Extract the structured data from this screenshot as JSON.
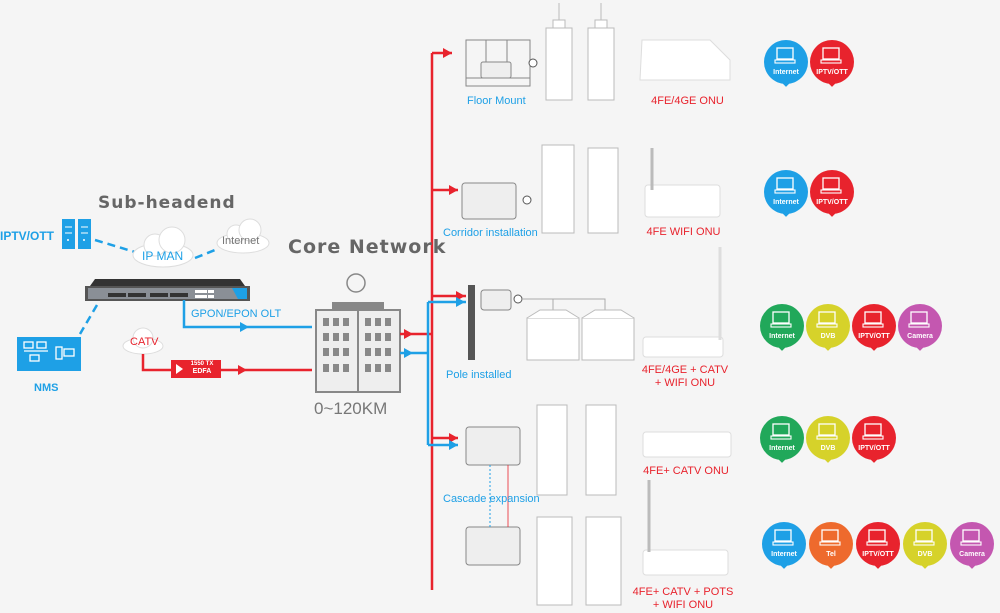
{
  "titles": {
    "sub_headend": "Sub-headend",
    "core_network": "Core Network",
    "distance": "0~120KM"
  },
  "headend": {
    "iptv_ott": "IPTV/OTT",
    "ip_man": "IP MAN",
    "internet": "Internet",
    "nms": "NMS",
    "catv": "CATV",
    "olt_label": "GPON/EPON OLT",
    "edfa_line1": "1550 TX",
    "edfa_line2": "EDFA"
  },
  "colors": {
    "blue": "#1ea0e6",
    "red": "#e8232d",
    "green": "#21a85a",
    "yellow": "#d6d22a",
    "magenta": "#c457b0",
    "orange": "#ee6a2d",
    "gray": "#777777"
  },
  "scenarios": [
    {
      "install": "Floor Mount",
      "onu": [
        "4FE/4GE ONU"
      ],
      "services": [
        {
          "label": "Internet",
          "icon": "wifi-laptop-icon",
          "color": "blue",
          "sub": "Wi-Fi"
        },
        {
          "label": "IPTV/OTT",
          "icon": "tv-settop-icon",
          "color": "red"
        }
      ]
    },
    {
      "install": "Corridor installation",
      "onu": [
        "4FE WIFI ONU"
      ],
      "services": [
        {
          "label": "Internet",
          "icon": "wifi-laptop-icon",
          "color": "blue",
          "sub": "Wi-Fi"
        },
        {
          "label": "IPTV/OTT",
          "icon": "tv-settop-icon",
          "color": "red"
        }
      ]
    },
    {
      "install": "Pole installed",
      "onu": [
        "4FE/4GE + CATV",
        "+ WIFI ONU"
      ],
      "services": [
        {
          "label": "Internet",
          "icon": "laptop-icon",
          "color": "green"
        },
        {
          "label": "DVB",
          "icon": "tv-settop-icon",
          "color": "yellow"
        },
        {
          "label": "IPTV/OTT",
          "icon": "tv-settop-icon",
          "color": "red"
        },
        {
          "label": "Camera",
          "icon": "camera-icon",
          "color": "magenta"
        }
      ]
    },
    {
      "install": "Cascade expansion",
      "onu": [
        "4FE+ CATV ONU"
      ],
      "services": [
        {
          "label": "Internet",
          "icon": "laptop-icon",
          "color": "green"
        },
        {
          "label": "DVB",
          "icon": "tv-settop-icon",
          "color": "yellow"
        },
        {
          "label": "IPTV/OTT",
          "icon": "tv-settop-icon",
          "color": "red"
        }
      ]
    },
    {
      "install": "",
      "onu": [
        "4FE+ CATV + POTS",
        "+ WIFI ONU"
      ],
      "services": [
        {
          "label": "Internet",
          "icon": "wifi-laptop-icon",
          "color": "blue",
          "sub": "Wi-Fi"
        },
        {
          "label": "Tel",
          "icon": "phone-icon",
          "color": "orange"
        },
        {
          "label": "IPTV/OTT",
          "icon": "tv-settop-icon",
          "color": "red"
        },
        {
          "label": "DVB",
          "icon": "tv-settop-icon",
          "color": "yellow"
        },
        {
          "label": "Camera",
          "icon": "camera-icon",
          "color": "magenta"
        }
      ]
    }
  ]
}
